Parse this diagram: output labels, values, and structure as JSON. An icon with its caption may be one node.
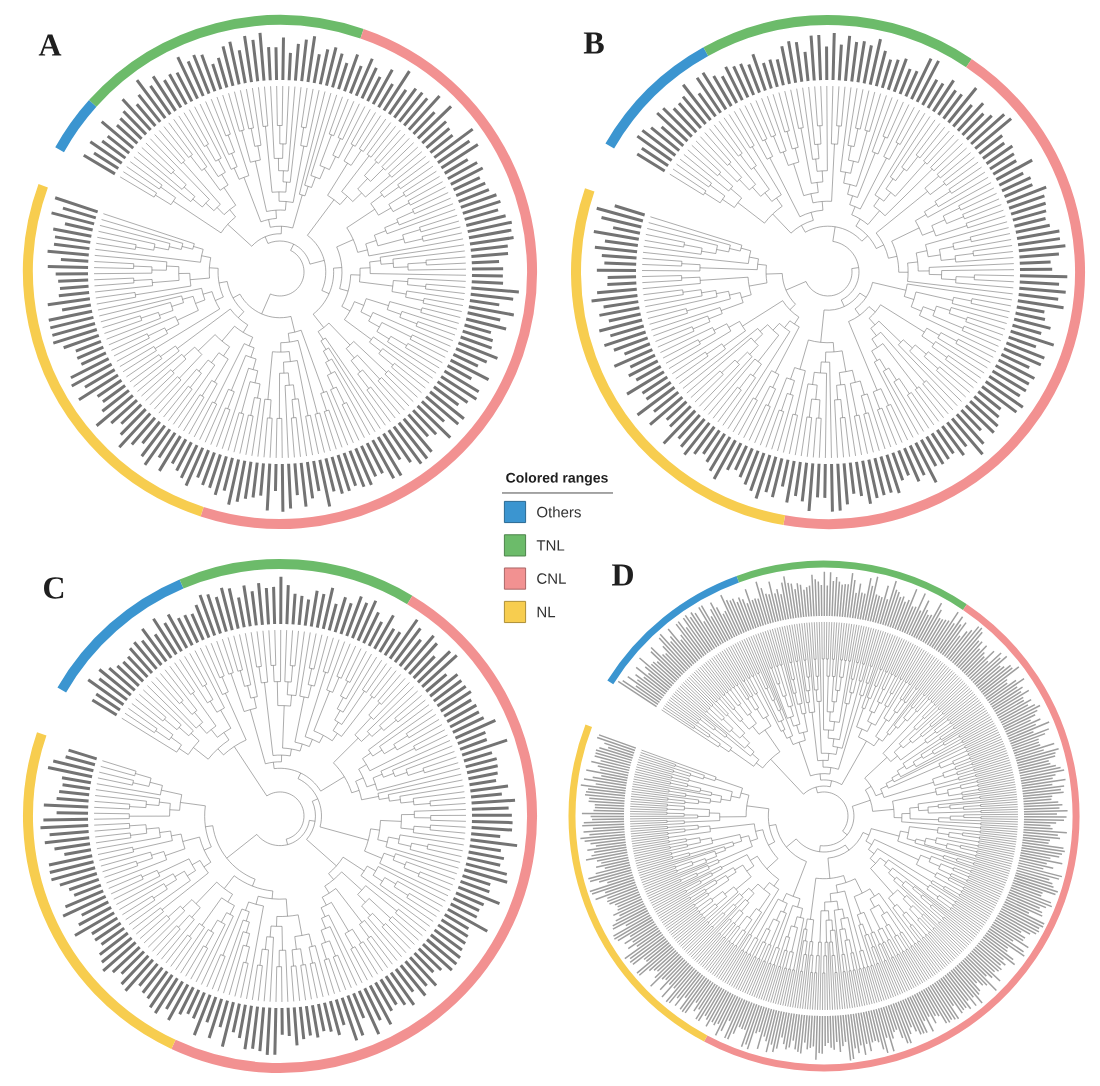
{
  "diagram": {
    "labels": [
      "A",
      "B",
      "Colored ranges",
      "C",
      "D"
    ],
    "legend": [
      {
        "text": "Others",
        "color": "#3b95d0"
      },
      {
        "text": "TNL",
        "color": "#6cbb6a"
      },
      {
        "text": "CNL",
        "color": "#f29191"
      },
      {
        "text": "NL",
        "color": "#f7cd4f"
      }
    ]
  }
}
